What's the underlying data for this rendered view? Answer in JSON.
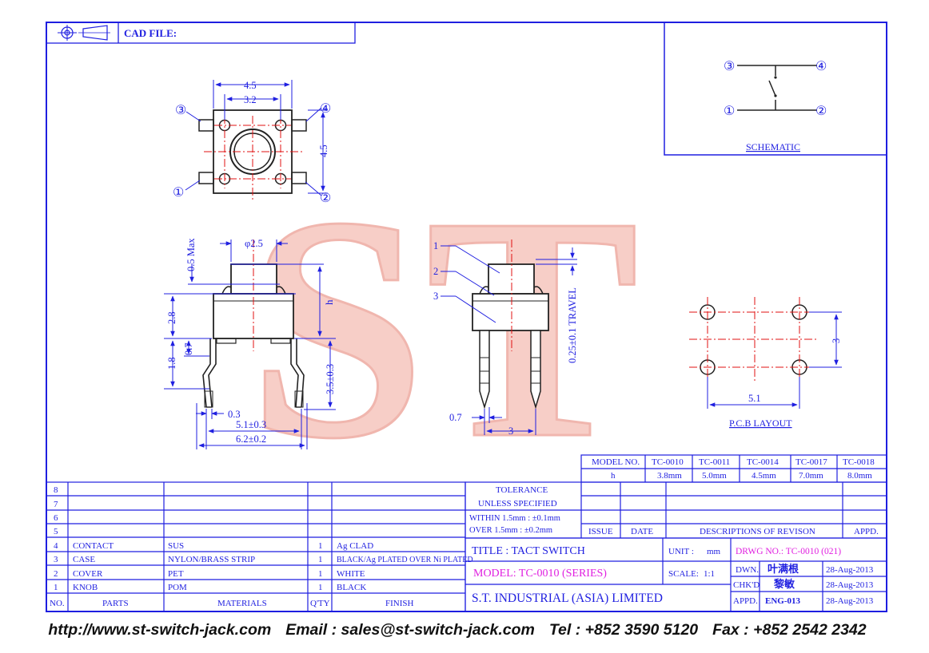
{
  "header": {
    "cad_file_label": "CAD FILE:"
  },
  "watermark": "ST",
  "top_view": {
    "dim_45_top": "4.5",
    "dim_32": "3.2",
    "dim_45_side": "4.5",
    "pins": [
      "③",
      "④",
      "①",
      "②"
    ]
  },
  "side_view": {
    "dim_25": "φ2.5",
    "dim_05max": "0.5 Max",
    "dim_h": "h",
    "dim_28": "2.8",
    "dim_18": "1.8",
    "dim_07": "0.7",
    "dim_35": "3.5±0.3",
    "dim_03": "0.3",
    "dim_51": "5.1±0.3",
    "dim_62": "6.2±0.2"
  },
  "section_view": {
    "labels": [
      "1",
      "2",
      "3"
    ],
    "travel": "0.25±0.1 TRAVEL",
    "dim_07": "0.7",
    "dim_3": "3"
  },
  "schematic": {
    "pins": [
      "③",
      "④",
      "①",
      "②"
    ],
    "caption": "SCHEMATIC"
  },
  "pcb": {
    "dim_3": "3",
    "dim_51": "5.1",
    "caption": "P.C.B  LAYOUT"
  },
  "model_table": {
    "header_label": "MODEL NO.",
    "row_label": "h",
    "models": [
      "TC-0010",
      "TC-0011",
      "TC-0014",
      "TC-0017",
      "TC-0018"
    ],
    "heights": [
      "3.8mm",
      "5.0mm",
      "4.5mm",
      "7.0mm",
      "8.0mm"
    ]
  },
  "parts_table": {
    "rows": [
      {
        "no": "8",
        "part": "",
        "material": "",
        "qty": "",
        "finish": ""
      },
      {
        "no": "7",
        "part": "",
        "material": "",
        "qty": "",
        "finish": ""
      },
      {
        "no": "6",
        "part": "",
        "material": "",
        "qty": "",
        "finish": ""
      },
      {
        "no": "5",
        "part": "",
        "material": "",
        "qty": "",
        "finish": ""
      },
      {
        "no": "4",
        "part": "CONTACT",
        "material": "SUS",
        "qty": "1",
        "finish": "Ag CLAD"
      },
      {
        "no": "3",
        "part": "CASE",
        "material": "NYLON/BRASS STRIP",
        "qty": "1",
        "finish": "BLACK/Ag PLATED OVER Ni PLATED"
      },
      {
        "no": "2",
        "part": "COVER",
        "material": "PET",
        "qty": "1",
        "finish": "WHITE"
      },
      {
        "no": "1",
        "part": "KNOB",
        "material": "POM",
        "qty": "1",
        "finish": "BLACK"
      }
    ],
    "headers": {
      "no": "NO.",
      "part": "PARTS",
      "material": "MATERIALS",
      "qty": "Q'TY",
      "finish": "FINISH"
    }
  },
  "tolerance": {
    "title1": "TOLERANCE",
    "title2": "UNLESS   SPECIFIED",
    "line1": "WITHIN  1.5mm : ±0.1mm",
    "line2": "OVER    1.5mm : ±0.2mm"
  },
  "revision": {
    "issue": "ISSUE",
    "date": "DATE",
    "desc": "DESCRIPTIONS  OF  REVISON",
    "appd": "APPD."
  },
  "title_block": {
    "title": "TITLE : TACT SWITCH",
    "unit_label": "UNIT :",
    "unit_value": "mm",
    "drwg": "DRWG NO.: TC-0010 (021)",
    "model": "MODEL: TC-0010 (SERIES)",
    "scale_label": "SCALE:",
    "scale_value": "1:1",
    "dwn_label": "DWN.",
    "dwn_name": "叶满根",
    "dwn_date": "28-Aug-2013",
    "chk_label": "CHK'D",
    "chk_name": "黎敏",
    "chk_date": "28-Aug-2013",
    "company": "S.T.  INDUSTRIAL  (ASIA)  LIMITED",
    "appd_label": "APPD.",
    "appd_name": "ENG-013",
    "appd_date": "28-Aug-2013"
  },
  "footer": {
    "url": "http://www.st-switch-jack.com",
    "email": "Email : sales@st-switch-jack.com",
    "tel": "Tel : +852 3590 5120",
    "fax": "Fax : +852 2542 2342"
  },
  "colors": {
    "line": "#1f1fe0",
    "part": "#222222",
    "center": "#e01010",
    "watermark": "#f4b8b0",
    "magenta": "#e020e0"
  }
}
